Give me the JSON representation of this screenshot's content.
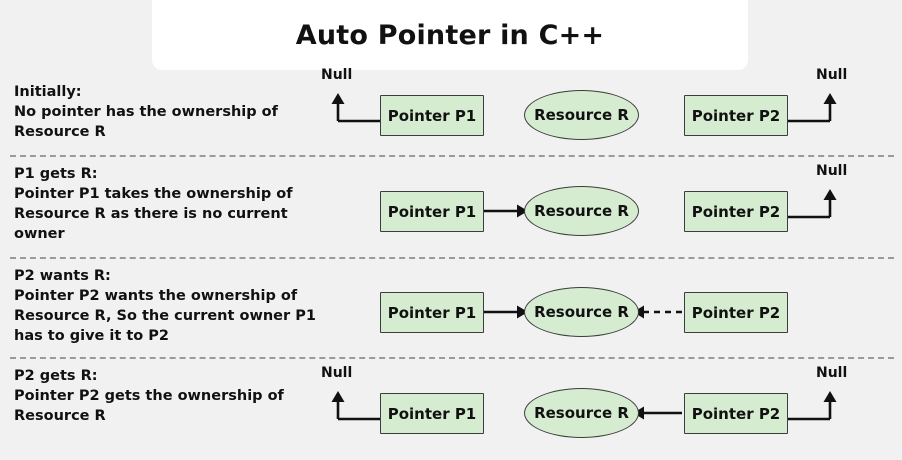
{
  "title": "Auto Pointer in C++",
  "colors": {
    "background": "#f1f1f1",
    "card": "#ffffff",
    "node_fill": "#d5ecd0",
    "node_border": "#3d3d3d",
    "text": "#111111",
    "separator": "#9a9a9a"
  },
  "labels": {
    "null": "Null",
    "pointer_p1": "Pointer P1",
    "pointer_p2": "Pointer P2",
    "resource_r": "Resource R"
  },
  "rows": [
    {
      "id": "initially",
      "heading": "Initially:",
      "body": "No pointer has the ownership of Resource R",
      "p1_null": true,
      "p2_null": true,
      "p1_to_r": "none",
      "p2_to_r": "none"
    },
    {
      "id": "p1-gets-r",
      "heading": "P1 gets R:",
      "body": "Pointer P1 takes the ownership of Resource R as there is no current owner",
      "p1_null": false,
      "p2_null": true,
      "p1_to_r": "solid",
      "p2_to_r": "none"
    },
    {
      "id": "p2-wants-r",
      "heading": "P2 wants R:",
      "body": "Pointer P2 wants the ownership of Resource R, So the current owner P1 has to give it to P2",
      "p1_null": false,
      "p2_null": false,
      "p1_to_r": "solid",
      "p2_to_r": "dashed"
    },
    {
      "id": "p2-gets-r",
      "heading": "P2 gets R:",
      "body": "Pointer P2 gets the ownership of Resource R",
      "p1_null": true,
      "p2_null": true,
      "p1_to_r": "none",
      "p2_to_r": "solid"
    }
  ]
}
